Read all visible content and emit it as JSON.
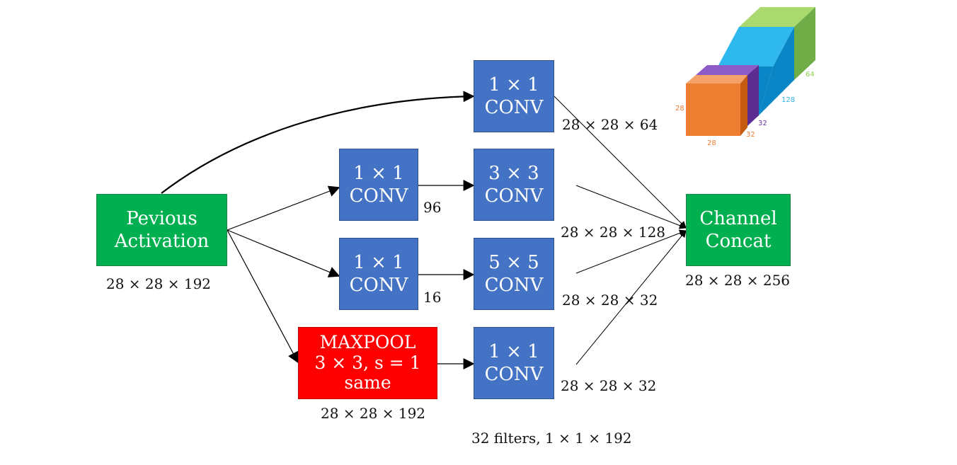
{
  "nodes": {
    "previous_activation": {
      "line1": "Pevious",
      "line2": "Activation",
      "dims": "28 × 28 × 192"
    },
    "conv_top": {
      "line1": "1 × 1",
      "line2": "CONV",
      "out_dims": "28 × 28 × 64"
    },
    "conv_1x1_a": {
      "line1": "1 × 1",
      "line2": "CONV",
      "channels": "96"
    },
    "conv_3x3": {
      "line1": "3 × 3",
      "line2": "CONV",
      "out_dims": "28 × 28 × 128"
    },
    "conv_1x1_b": {
      "line1": "1 × 1",
      "line2": "CONV",
      "channels": "16"
    },
    "conv_5x5": {
      "line1": "5 × 5",
      "line2": "CONV",
      "out_dims": "28 × 28 × 32"
    },
    "maxpool": {
      "line1": "MAXPOOL",
      "line2": "3 × 3, s = 1",
      "line3": "same",
      "dims": "28 × 28 × 192"
    },
    "conv_pool": {
      "line1": "1 × 1",
      "line2": "CONV",
      "out_dims": "28 × 28 × 32",
      "note": "32 filters, 1 × 1 × 192"
    },
    "channel_concat": {
      "line1": "Channel",
      "line2": "Concat",
      "dims": "28 × 28 × 256"
    }
  },
  "cube": {
    "labels": {
      "height": "28",
      "width": "28",
      "seg_orange": "32",
      "seg_purple": "32",
      "seg_blue": "128",
      "seg_green": "64"
    },
    "colors": {
      "orange": "#ed7d31",
      "purple": "#7030a0",
      "blue": "#2fb4e9",
      "green": "#92d050"
    }
  },
  "colors": {
    "conv": "#4472c4",
    "activation": "#00b050",
    "maxpool": "#ff0000",
    "wire": "#000000"
  }
}
